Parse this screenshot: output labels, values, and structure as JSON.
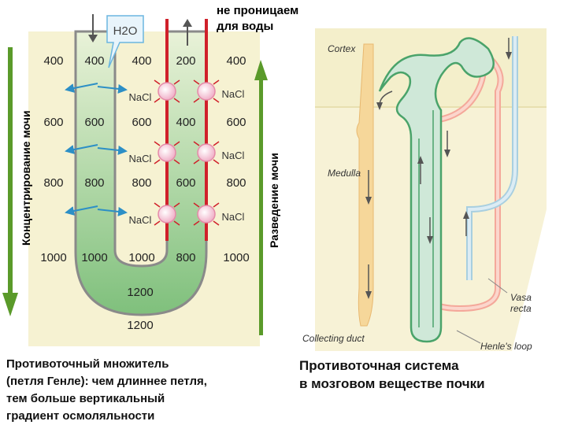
{
  "left": {
    "top_label": "не проницаем\nдля воды",
    "h2o": "H2O",
    "conc_label": "Концентрирование мочи",
    "dil_label": "Разведение мочи",
    "nacl": "NaCl",
    "rows": [
      [
        "400",
        "400",
        "400",
        "200",
        "400"
      ],
      [
        "600",
        "600",
        "600",
        "400",
        "600"
      ],
      [
        "800",
        "800",
        "800",
        "600",
        "800"
      ],
      [
        "1000",
        "1000",
        "1000",
        "800",
        "1000"
      ]
    ],
    "bottom_values": [
      "1200",
      "1200"
    ],
    "caption": "Противоточный множитель\n(петля Генле): чем длиннее петля,\nтем больше вертикальный\nградиент осмоляльности"
  },
  "right": {
    "cortex": "Cortex",
    "medulla": "Medulla",
    "collecting_duct": "Collecting duct",
    "vasa_recta": "Vasa\nrecta",
    "henle_loop": "Henle's loop",
    "caption": "Противоточная система\nв мозговом веществе почки"
  },
  "colors": {
    "panel_bg": "#f6f2d2",
    "loop_top": "#e9f2d8",
    "loop_bottom": "#7fc07c",
    "wall_red": "#d0202a",
    "arrow_green": "#5a9a2a",
    "arrow_blue": "#2c8fc6"
  }
}
